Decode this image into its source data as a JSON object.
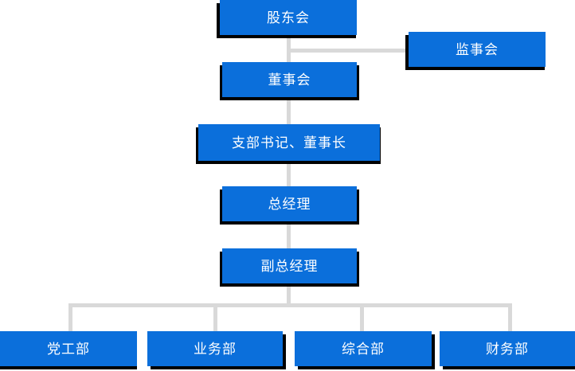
{
  "diagram": {
    "type": "organization-chart",
    "title": "",
    "theme": {
      "node_fill": "#0b6fdb",
      "node_text": "#ffffff",
      "connector": "#d9d9d9",
      "shadow": "#000000",
      "background": "#ffffff"
    },
    "nodes": [
      {
        "id": "shareholders",
        "label": "股东会",
        "level": 0
      },
      {
        "id": "supervisors",
        "label": "监事会",
        "level": 0
      },
      {
        "id": "board",
        "label": "董事会",
        "level": 1
      },
      {
        "id": "secretary-chair",
        "label": "支部书记、董事长",
        "level": 2
      },
      {
        "id": "gm",
        "label": "总经理",
        "level": 3
      },
      {
        "id": "deputy-gm",
        "label": "副总经理",
        "level": 4
      },
      {
        "id": "dept-party",
        "label": "党工部",
        "level": 5
      },
      {
        "id": "dept-business",
        "label": "业务部",
        "level": 5
      },
      {
        "id": "dept-general",
        "label": "综合部",
        "level": 5
      },
      {
        "id": "dept-finance",
        "label": "财务部",
        "level": 5
      }
    ],
    "edges": [
      {
        "from": "shareholders",
        "to": "board"
      },
      {
        "from": "board",
        "to": "supervisors"
      },
      {
        "from": "board",
        "to": "secretary-chair"
      },
      {
        "from": "secretary-chair",
        "to": "gm"
      },
      {
        "from": "gm",
        "to": "deputy-gm"
      },
      {
        "from": "deputy-gm",
        "to": "dept-party"
      },
      {
        "from": "deputy-gm",
        "to": "dept-business"
      },
      {
        "from": "deputy-gm",
        "to": "dept-general"
      },
      {
        "from": "deputy-gm",
        "to": "dept-finance"
      }
    ]
  }
}
